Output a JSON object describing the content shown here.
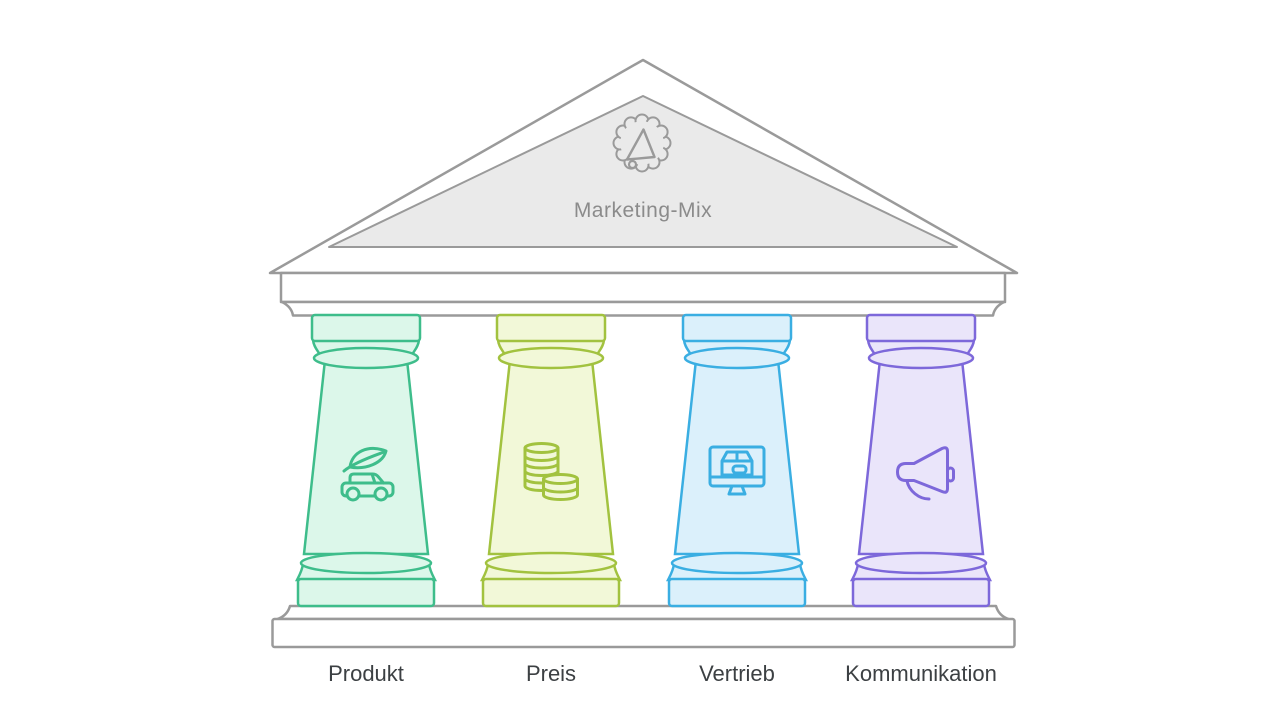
{
  "diagram": {
    "title": "Marketing-Mix",
    "pediment_icon": "megaphone-badge",
    "pillars": [
      {
        "id": "produkt",
        "label": "Produkt",
        "icon": "eco-car-icon",
        "stroke": "#3ebd8b",
        "fill": "#dcf7ea"
      },
      {
        "id": "preis",
        "label": "Preis",
        "icon": "coins-icon",
        "stroke": "#a2c23f",
        "fill": "#f2f8d8"
      },
      {
        "id": "vertrieb",
        "label": "Vertrieb",
        "icon": "ecommerce-monitor-icon",
        "stroke": "#3aaee2",
        "fill": "#dbf0fb"
      },
      {
        "id": "kommunikation",
        "label": "Kommunikation",
        "icon": "megaphone-icon",
        "stroke": "#7d68da",
        "fill": "#eae5fa"
      }
    ],
    "colors": {
      "background": "#ffffff",
      "structure_stroke": "#9a9a9a",
      "structure_fill": "#ffffff",
      "pediment_fill": "#eaeaea",
      "title_color": "#8b8b8b",
      "label_color": "#3c4043"
    }
  }
}
